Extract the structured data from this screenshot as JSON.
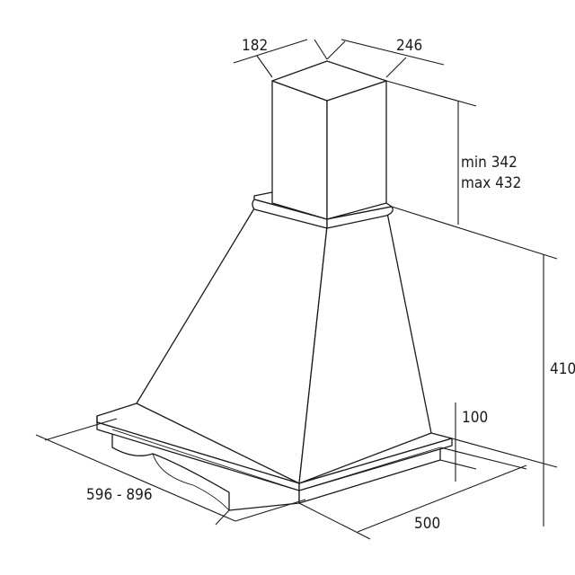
{
  "dimensions": {
    "chimney_depth": "182",
    "chimney_width": "246",
    "chimney_height_min": "min 342",
    "chimney_height_max": "max 432",
    "hood_height": "410",
    "frame_height": "100",
    "width_range": "596 - 896",
    "depth": "500"
  }
}
